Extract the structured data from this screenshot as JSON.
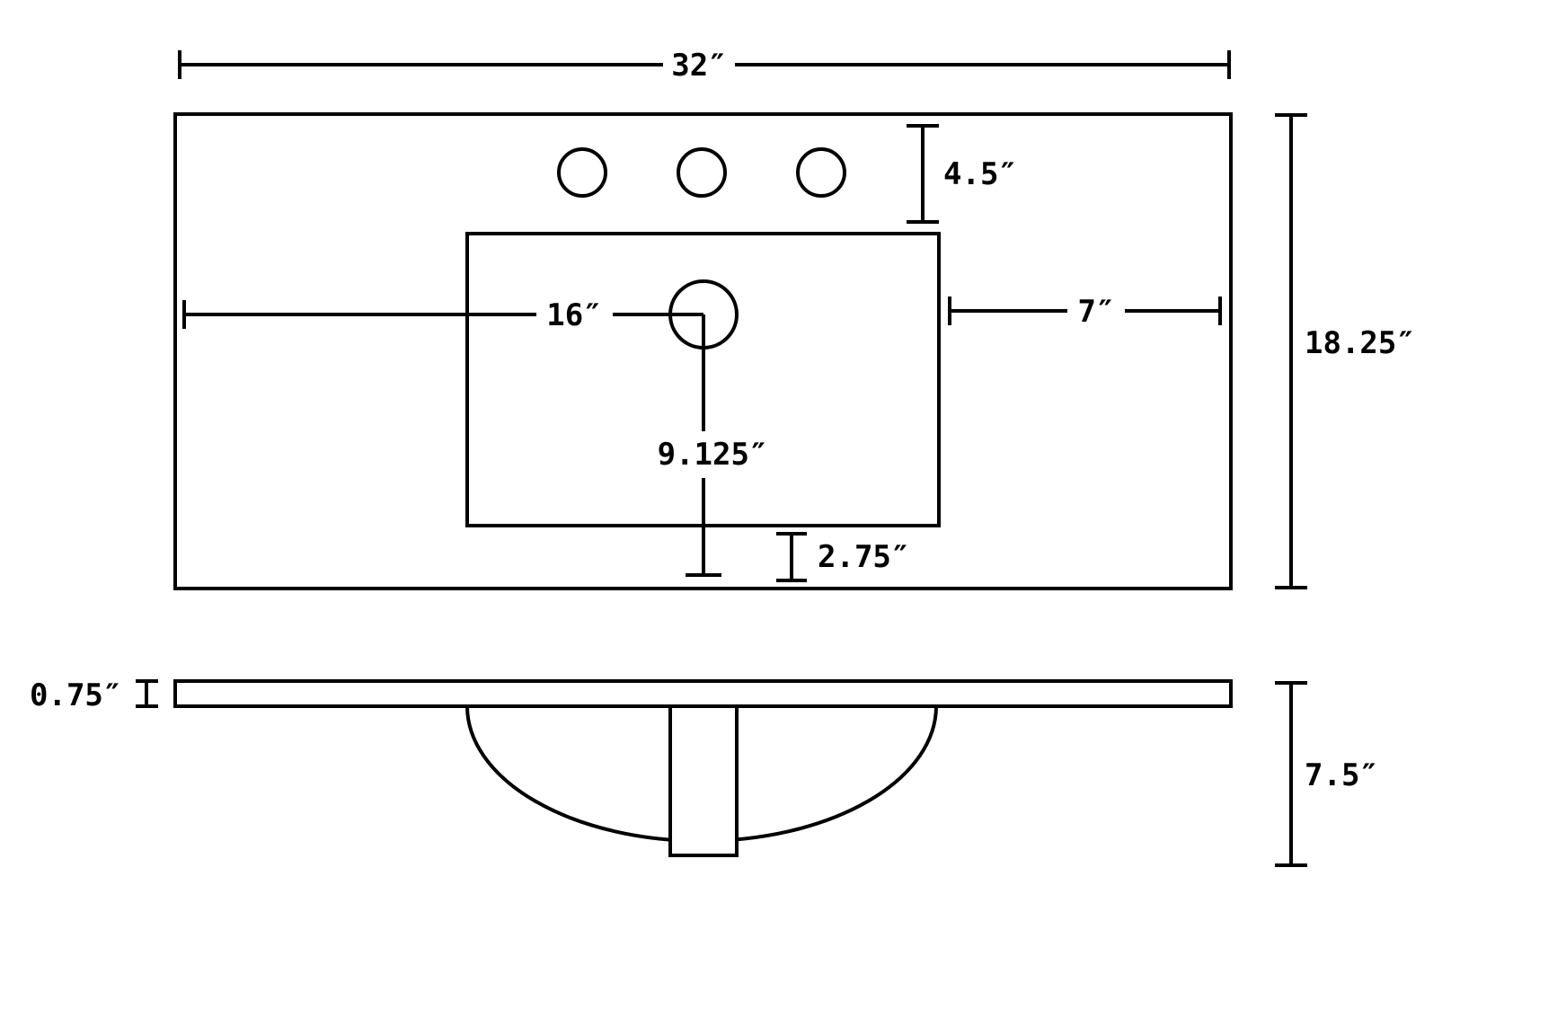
{
  "diagram": {
    "type": "technical-dimension-drawing",
    "subject": "vanity-sink-countertop",
    "colors": {
      "line": "#000000",
      "background": "#ffffff"
    },
    "top_view": {
      "overall_width": "32″",
      "faucet_hole_offset": "4.5″",
      "drain_from_left": "16″",
      "basin_to_right_edge": "7″",
      "overall_depth": "18.25″",
      "drain_to_front": "9.125″",
      "basin_front_offset": "2.75″",
      "faucet_hole_count": 3
    },
    "side_view": {
      "slab_thickness": "0.75″",
      "overall_height": "7.5″"
    }
  }
}
